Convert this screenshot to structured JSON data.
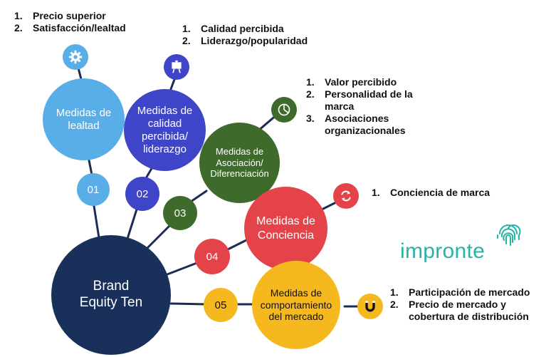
{
  "center": {
    "label": "Brand\nEquity Ten",
    "color": "#19305a"
  },
  "branches": [
    {
      "number": "01",
      "label": "Medidas de\nlealtad",
      "color": "#5aaee8",
      "icon": "gear-icon",
      "items": [
        "Precio superior",
        "Satisfacción/lealtad"
      ]
    },
    {
      "number": "02",
      "label": "Medidas de\ncalidad\npercibida/\nliderazgo",
      "color": "#3f45c8",
      "icon": "easel-icon",
      "items": [
        "Calidad percibida",
        "Liderazgo/popularidad"
      ]
    },
    {
      "number": "03",
      "label": "Medidas de\nAsociación/\nDiferenciación",
      "color": "#3e6b2b",
      "icon": "pie-chart-icon",
      "items": [
        "Valor percibido",
        "Personalidad de la marca",
        "Asociaciones organizacionales"
      ]
    },
    {
      "number": "04",
      "label": "Medidas de\nConciencia",
      "color": "#e5434a",
      "icon": "refresh-icon",
      "items": [
        "Conciencia de marca"
      ]
    },
    {
      "number": "05",
      "label": "Medidas de\ncomportamiento\ndel mercado",
      "color": "#f5b81f",
      "icon": "magnet-icon",
      "items": [
        "Participación de mercado",
        "Precio de mercado y cobertura de distribución"
      ]
    }
  ],
  "list_markers": [
    "1.",
    "2.",
    "3."
  ],
  "logo": {
    "text": "impronte",
    "color": "#27b3a6"
  }
}
